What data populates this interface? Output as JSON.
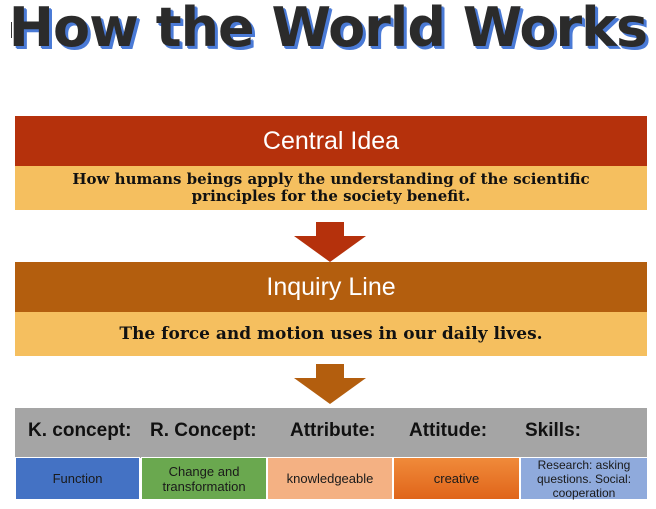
{
  "title": "How the World Works",
  "central": {
    "label": "Central Idea",
    "text": "How humans beings apply the understanding of the scientific principles for the society benefit."
  },
  "inquiry": {
    "label": "Inquiry Line",
    "text": "The force and motion uses in our daily lives."
  },
  "concepts": {
    "headers": [
      "K. concept:",
      "R. Concept:",
      "Attribute:",
      "Attitude:",
      "Skills:"
    ],
    "values": [
      "Function",
      "Change and transformation",
      "knowledgeable",
      "creative",
      "Research: asking questions. Social: cooperation"
    ]
  },
  "colors": {
    "central_band": "#b5310c",
    "inquiry_band": "#b35e0e",
    "desc_fill": "#f5bf5f",
    "title_shadow": "#4a7ad6"
  },
  "icons": [
    "down-arrow-icon",
    "down-arrow-icon"
  ]
}
